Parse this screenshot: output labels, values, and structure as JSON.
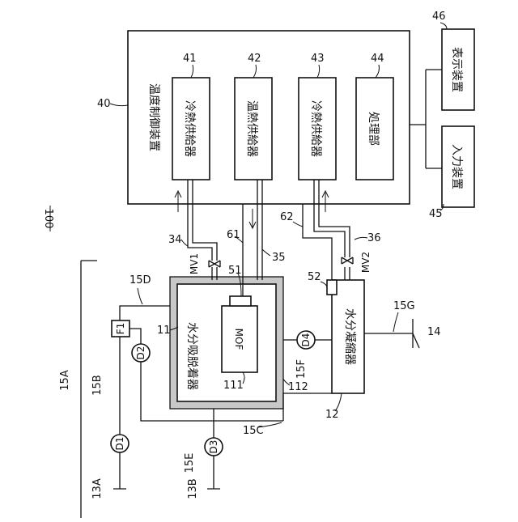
{
  "figure_number": "100",
  "temperature_control": {
    "ref": "40",
    "title": "温度制御装置",
    "units": [
      {
        "ref": "41",
        "label": "冷熱供給器"
      },
      {
        "ref": "42",
        "label": "温熱供給器"
      },
      {
        "ref": "43",
        "label": "冷熱供給器"
      },
      {
        "ref": "44",
        "label": "処理部"
      }
    ]
  },
  "display_device": {
    "ref": "46",
    "label": "表示装置"
  },
  "input_device": {
    "ref": "45",
    "label": "入力装置"
  },
  "adsorber": {
    "ref": "11",
    "label": "水分吸脱着器",
    "jacket_ref": "112",
    "inner_ref": "111"
  },
  "mof": {
    "label": "MOF",
    "sensor_ref": "51"
  },
  "condenser": {
    "ref": "12",
    "label": "水分凝縮器",
    "sensor_ref": "52"
  },
  "filter": {
    "label": "F1"
  },
  "valves": [
    {
      "label": "MV1"
    },
    {
      "label": "MV2"
    }
  ],
  "dampers": [
    {
      "label": "D1"
    },
    {
      "label": "D2"
    },
    {
      "label": "D3"
    },
    {
      "label": "D4"
    }
  ],
  "refs": {
    "p34": "34",
    "p35": "35",
    "p36": "36",
    "l61": "61",
    "l62": "62",
    "d15A": "15A",
    "d15B": "15B",
    "d15C": "15C",
    "d15D": "15D",
    "d15E": "15E",
    "d15F": "15F",
    "d15G": "15G",
    "r13A": "13A",
    "r13B": "13B",
    "r14": "14"
  }
}
